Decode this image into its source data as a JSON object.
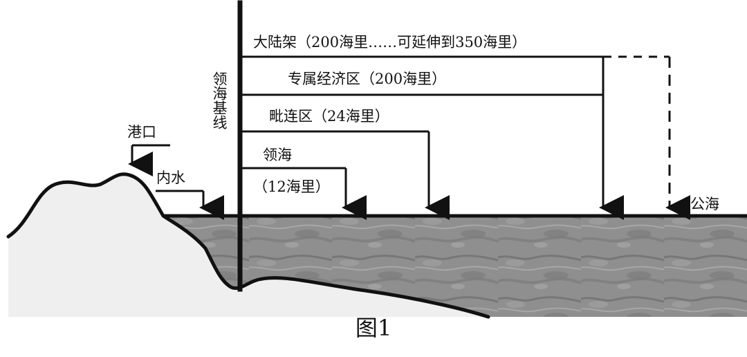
{
  "labels": {
    "continental_shelf": "大陆架（200海里……可延伸到350海里）",
    "eez": "专属经济区（200海里）",
    "contiguous_zone": "毗连区（24海里）",
    "territorial_sea": "领海",
    "territorial_sea_distance": "（12海里）",
    "baseline": "领海基线",
    "port": "港口",
    "internal_waters": "内水",
    "high_seas": "公海"
  },
  "caption": "图1",
  "colors": {
    "ink": "#111111",
    "land_fill": "#efefef",
    "sea_fill": "#8f8f8f",
    "background": "#ffffff"
  }
}
